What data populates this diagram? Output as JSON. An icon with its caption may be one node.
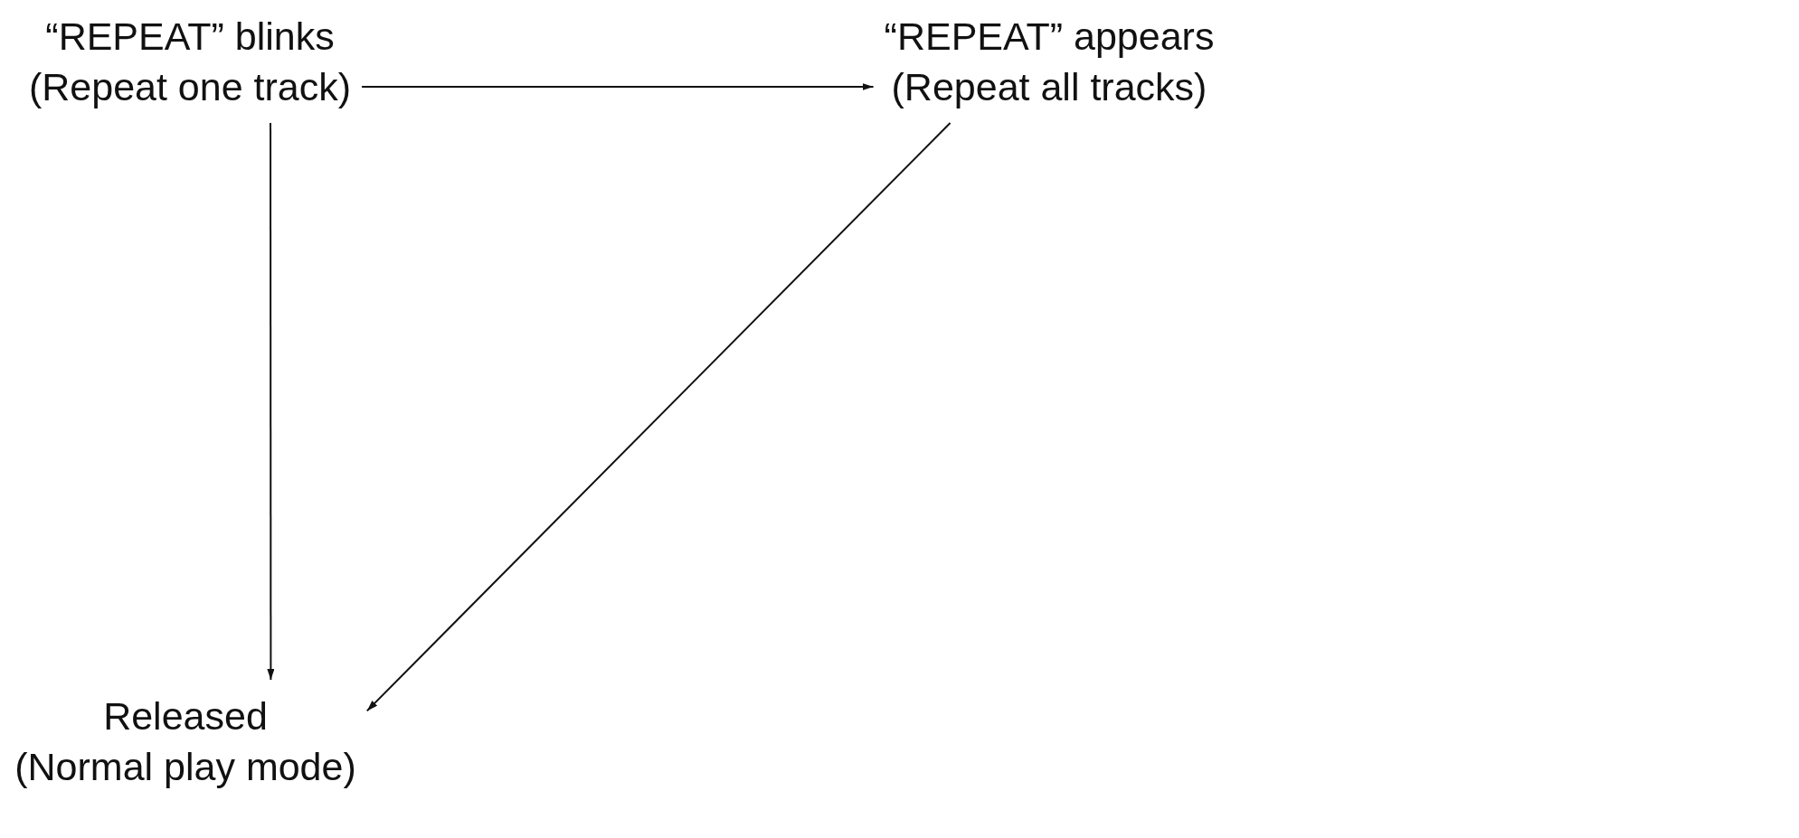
{
  "diagram": {
    "nodes": [
      {
        "text": [
          "“REPEAT” blinks",
          "(Repeat one track)"
        ]
      },
      {
        "text": [
          "“REPEAT” appears",
          "(Repeat all tracks)"
        ]
      },
      {
        "text": [
          "Released",
          "(Normal play mode)"
        ]
      }
    ],
    "edges": [
      {
        "from": 0,
        "to": 1,
        "arrow": "to"
      },
      {
        "from": 0,
        "to": 2,
        "arrow": "to"
      },
      {
        "from": 1,
        "to": 2,
        "arrow": "to"
      }
    ]
  }
}
